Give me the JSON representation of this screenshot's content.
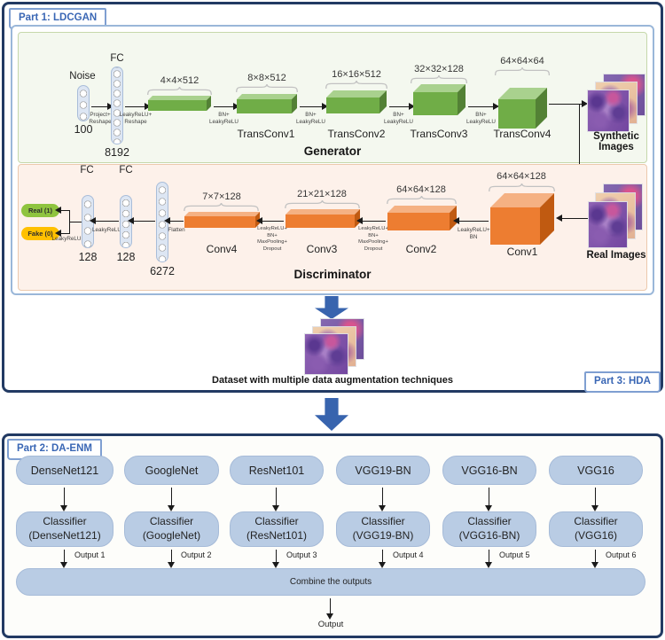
{
  "part1": {
    "tab_label": "Part 1: LDCGAN",
    "generator": {
      "title": "Generator",
      "noise_label": "Noise",
      "noise_size": "100",
      "fc_label": "FC",
      "fc_size": "8192",
      "step_project": "Project+\nReshape",
      "step_leaky_reshape": "LeakyReLU+\nReshape",
      "step_bn_leaky": "BN+\nLeakyReLU",
      "blocks": [
        {
          "dim": "4×4×512",
          "name": ""
        },
        {
          "dim": "8×8×512",
          "name": "TransConv1"
        },
        {
          "dim": "16×16×512",
          "name": "TransConv2"
        },
        {
          "dim": "32×32×128",
          "name": "TransConv3"
        },
        {
          "dim": "64×64×64",
          "name": "TransConv4"
        }
      ],
      "synthetic_label": "Synthetic\nImages"
    },
    "discriminator": {
      "title": "Discriminator",
      "real_label": "Real (1)",
      "fake_label": "Fake (0)",
      "fc_label": "FC",
      "fc1_size": "128",
      "fc2_size": "128",
      "flatten_size": "6272",
      "step_leaky": "LeakyReLU",
      "step_flatten": "Flatten",
      "step_leaky_bn": "LeakyReLU+\nBN",
      "step_leaky_bn_pool_drop": "LeakyReLU+\nBN+\nMaxPooling+\nDropout",
      "blocks": [
        {
          "dim": "7×7×128",
          "name": "Conv4"
        },
        {
          "dim": "21×21×128",
          "name": "Conv3"
        },
        {
          "dim": "64×64×128",
          "name": "Conv2"
        },
        {
          "dim": "64×64×128",
          "name": "Conv1"
        }
      ],
      "real_images_label": "Real Images"
    },
    "hda_tab_label": "Part 3: HDA",
    "dataset_caption": "Dataset with multiple data augmentation techniques"
  },
  "part2": {
    "tab_label": "Part 2: DA-ENM",
    "models": [
      "DenseNet121",
      "GoogleNet",
      "ResNet101",
      "VGG19-BN",
      "VGG16-BN",
      "VGG16"
    ],
    "classifiers": [
      "Classifier\n(DenseNet121)",
      "Classifier\n(GoogleNet)",
      "Classifier\n(ResNet101)",
      "Classifier\n(VGG19-BN)",
      "Classifier\n(VGG16-BN)",
      "Classifier\n(VGG16)"
    ],
    "output_labels": [
      "Output 1",
      "Output 2",
      "Output 3",
      "Output 4",
      "Output 5",
      "Output 6"
    ],
    "combine_label": "Combine the outputs",
    "final_output_label": "Output"
  },
  "colors": {
    "panel_border": "#223a63",
    "tab_text": "#3a67b5",
    "generator_green_front": "#70ad47",
    "generator_green_top": "#a9d18e",
    "generator_green_side": "#538135",
    "discriminator_orange_front": "#ed7d31",
    "discriminator_orange_top": "#f5b183",
    "discriminator_orange_side": "#c05a11",
    "real_pill": "#8fc43f",
    "fake_pill": "#ffc000",
    "model_pill": "#b9cce4",
    "flow_arrow_blue": "#3864ae"
  }
}
